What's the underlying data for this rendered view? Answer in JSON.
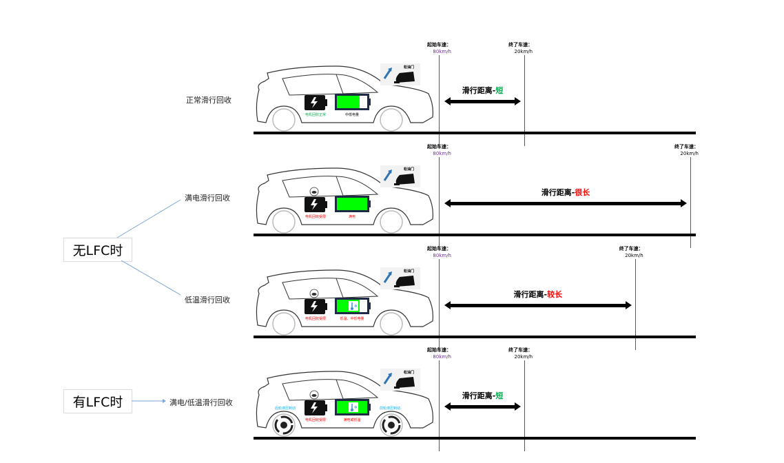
{
  "groups": {
    "no_lfc": "无LFC时",
    "with_lfc": "有LFC时"
  },
  "colors": {
    "green": "#00b050",
    "red": "#ff0000",
    "purple": "#7030a0",
    "battery": "#00ff00",
    "blue": "#00b0f0"
  },
  "rows": [
    {
      "label": "正常滑行回收",
      "start_label": "起始车速：",
      "start_speed": "80km/h",
      "end_label": "终了车速：",
      "end_speed": "20km/h",
      "dist_label": "滑行距离-",
      "dist_value": "短",
      "dist_color": "#00b050",
      "end_ratio": 0.34,
      "pedal": "松油门",
      "motor": "电机回收正常",
      "motor_color": "#00b050",
      "battery": "中低电量",
      "battery_color": "#000000",
      "battery_level": 0.75,
      "limited": false,
      "thermo": false,
      "brakes": false
    },
    {
      "label": "满电滑行回收",
      "start_label": "起始车速：",
      "start_speed": "80km/h",
      "end_label": "终了车速：",
      "end_speed": "20km/h",
      "dist_label": "滑行距离-",
      "dist_value": "很长",
      "dist_color": "#ff0000",
      "end_ratio": 1,
      "pedal": "松油门",
      "motor": "电机回收受限",
      "motor_color": "#ff0000",
      "battery": "满电",
      "battery_color": "#ff0000",
      "battery_level": 1,
      "limited": true,
      "thermo": false,
      "brakes": false
    },
    {
      "label": "低温滑行回收",
      "start_label": "起始车速：",
      "start_speed": "80km/h",
      "end_label": "终了车速：",
      "end_speed": "20km/h",
      "dist_label": "滑行距离-",
      "dist_value": "较长",
      "dist_color": "#ff0000",
      "end_ratio": 0.78,
      "pedal": "松油门",
      "motor": "电机回收受限",
      "motor_color": "#ff0000",
      "battery": "低温、中低电量",
      "battery_color": "#ff0000",
      "battery_level": 0.75,
      "limited": true,
      "thermo": true,
      "brakes": false
    },
    {
      "label": "满电/低温滑行回收",
      "start_label": "起始车速：",
      "start_speed": "80km/h",
      "end_label": "终了车速：",
      "end_speed": "20km/h",
      "dist_label": "滑行距离-",
      "dist_value": "短",
      "dist_color": "#00b050",
      "end_ratio": 0.34,
      "pedal": "松油门",
      "motor": "电机回收受限",
      "motor_color": "#ff0000",
      "battery": "满电或低温",
      "battery_color": "#ff0000",
      "battery_level": 1,
      "limited": true,
      "thermo": true,
      "brakes": true,
      "rear_brake": "后轮液压制动",
      "front_brake": "前轮液压制动"
    }
  ]
}
